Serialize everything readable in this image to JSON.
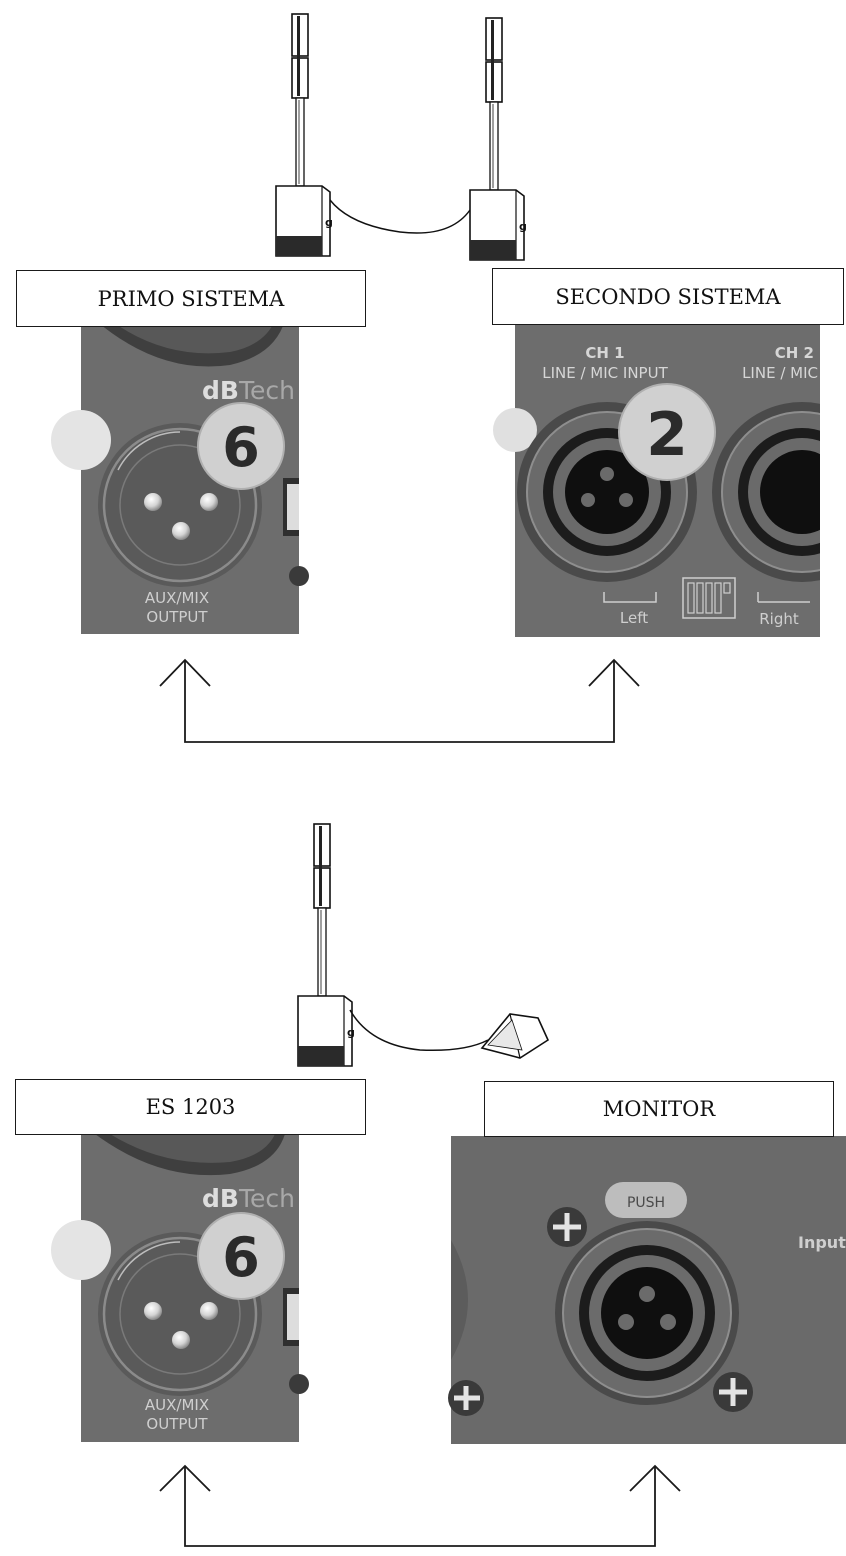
{
  "labels": {
    "first_system": "PRIMO SISTEMA",
    "second_system": "SECONDO SISTEMA",
    "es1203": "ES 1203",
    "monitor": "MONITOR"
  },
  "panel_aux_top": {
    "brand_bold": "dB",
    "brand_light": "Tech",
    "number": "6",
    "line1": "AUX/MIX",
    "line2": "OUTPUT"
  },
  "panel_input": {
    "ch1": "CH 1",
    "ch2": "CH 2",
    "input1": "LINE / MIC INPUT",
    "input2": "LINE / MIC",
    "number": "2",
    "left": "Left",
    "right": "Right"
  },
  "panel_aux_bottom": {
    "brand_bold": "dB",
    "brand_light": "Tech",
    "number": "6",
    "line1": "AUX/MIX",
    "line2": "OUTPUT"
  },
  "panel_monitor": {
    "push": "PUSH",
    "input": "Input"
  },
  "icons": [
    "column-speaker-icon",
    "floor-monitor-icon",
    "xlr-male-connector-icon",
    "combo-jack-connector-icon",
    "dip-switch-icon",
    "up-arrow-icon"
  ],
  "colors": {
    "panel": "#6d6d6d",
    "panel_dark": "#3c3c3c",
    "line": "#1a1a1a"
  }
}
